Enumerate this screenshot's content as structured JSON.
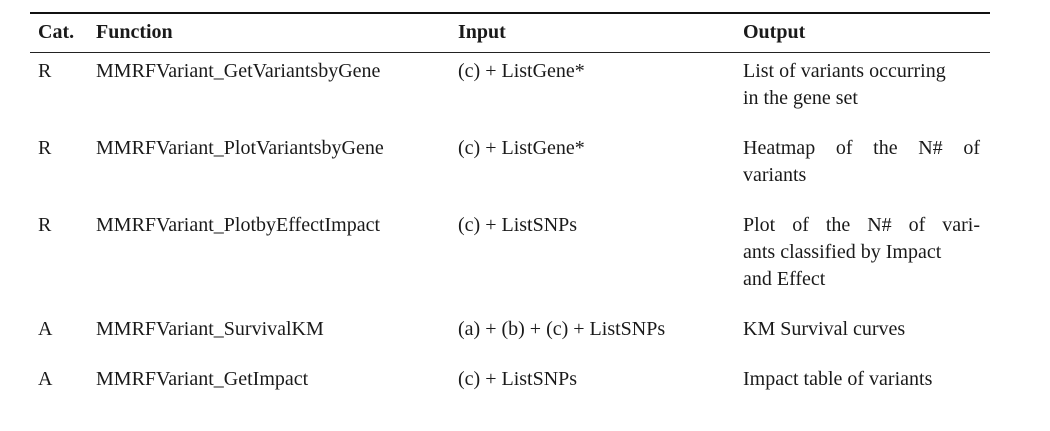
{
  "headers": {
    "cat": "Cat.",
    "function": "Function",
    "input": "Input",
    "output": "Output"
  },
  "rows": [
    {
      "cat": "R",
      "function": "MMRFVariant_GetVariantsbyGene",
      "input": "(c) + ListGene*",
      "output_lines": [
        "List of variants occurring",
        "in the gene set"
      ]
    },
    {
      "cat": "R",
      "function": "MMRFVariant_PlotVariantsbyGene",
      "input": "(c) + ListGene*",
      "output_lines": [
        "Heatmap of the N# of",
        "variants"
      ]
    },
    {
      "cat": "R",
      "function": "MMRFVariant_PlotbyEffectImpact",
      "input": "(c) + ListSNPs",
      "output_lines": [
        "Plot of the N# of vari-",
        "ants classified by Impact",
        "and Effect"
      ]
    },
    {
      "cat": "A",
      "function": "MMRFVariant_SurvivalKM",
      "input": "(a) + (b) + (c) + ListSNPs",
      "output_lines": [
        "KM Survival curves"
      ]
    },
    {
      "cat": "A",
      "function": "MMRFVariant_GetImpact",
      "input": "(c) + ListSNPs",
      "output_lines": [
        "Impact table of variants"
      ]
    }
  ]
}
